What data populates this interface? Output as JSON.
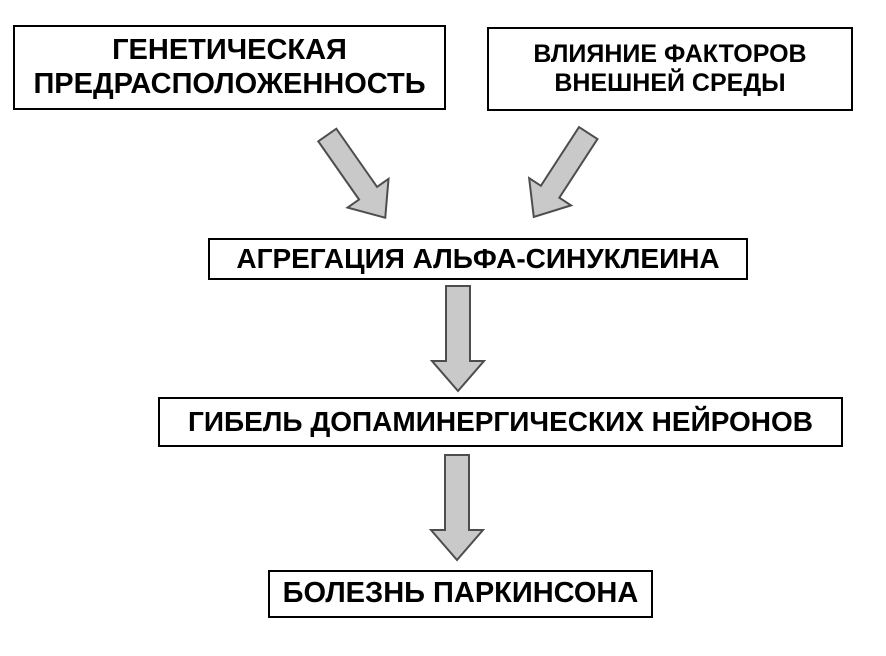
{
  "diagram": {
    "type": "flowchart",
    "background": "#ffffff",
    "colors": {
      "box_border": "#000000",
      "text": "#000000",
      "arrow_fill": "#c9c9c9",
      "arrow_stroke": "#4d4d4d"
    },
    "nodes": [
      {
        "id": "genetic-predisposition",
        "label": "ГЕНЕТИЧЕСКАЯ ПРЕДРАСПОЛОЖЕННОСТЬ"
      },
      {
        "id": "environmental-factors",
        "label": "ВЛИЯНИЕ ФАКТОРОВ ВНЕШНЕЙ СРЕДЫ"
      },
      {
        "id": "alpha-synuclein-aggregation",
        "label": "АГРЕГАЦИЯ АЛЬФА-СИНУКЛЕИНА"
      },
      {
        "id": "dopaminergic-neuron-death",
        "label": "ГИБЕЛЬ ДОПАМИНЕРГИЧЕСКИХ НЕЙРОНОВ"
      },
      {
        "id": "parkinsons-disease",
        "label": "БОЛЕЗНЬ ПАРКИНСОНА"
      }
    ],
    "edges": [
      {
        "from": "genetic-predisposition",
        "to": "alpha-synuclein-aggregation",
        "style": "diagonal-block-arrow"
      },
      {
        "from": "environmental-factors",
        "to": "alpha-synuclein-aggregation",
        "style": "diagonal-block-arrow"
      },
      {
        "from": "alpha-synuclein-aggregation",
        "to": "dopaminergic-neuron-death",
        "style": "vertical-block-arrow"
      },
      {
        "from": "dopaminergic-neuron-death",
        "to": "parkinsons-disease",
        "style": "vertical-block-arrow"
      }
    ]
  }
}
